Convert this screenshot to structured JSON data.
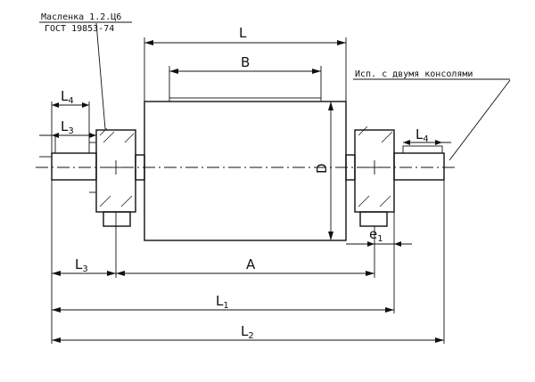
{
  "notes": {
    "oiler_line1": "Масленка 1.2.Ц6",
    "oiler_line2": "ГОСТ 19853-74",
    "variant": "Исп. с двумя консолями"
  },
  "dimensions": {
    "L": "L",
    "B": "B",
    "D": "D",
    "L4_left": "L",
    "L4_left_sub": "4",
    "L3_top": "L",
    "L3_top_sub": "3",
    "L4_right": "L",
    "L4_right_sub": "4",
    "e1": "e",
    "e1_sub": "1",
    "L3_bottom": "L",
    "L3_bottom_sub": "3",
    "A": "A",
    "L1": "L",
    "L1_sub": "1",
    "L2": "L",
    "L2_sub": "2"
  }
}
